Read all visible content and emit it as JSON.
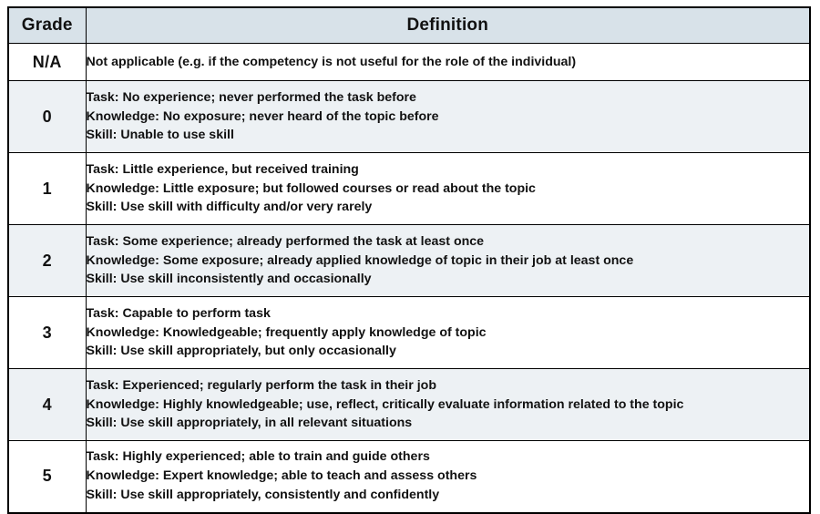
{
  "table": {
    "columns": [
      {
        "key": "grade",
        "header": "Grade"
      },
      {
        "key": "definition",
        "header": "Definition"
      }
    ],
    "colors": {
      "header_background": "#d8e2e9",
      "shaded_row_background": "#edf1f4",
      "plain_row_background": "#ffffff",
      "border": "#000000",
      "text": "#111111"
    },
    "rows": [
      {
        "grade": "N/A",
        "shaded": false,
        "lines": [
          "Not applicable (e.g. if the competency is not useful for the role of the individual)"
        ]
      },
      {
        "grade": "0",
        "shaded": true,
        "lines": [
          "Task: No experience; never performed the task before",
          "Knowledge: No exposure; never heard of the topic before",
          "Skill: Unable to use skill"
        ]
      },
      {
        "grade": "1",
        "shaded": false,
        "lines": [
          "Task: Little experience, but received training",
          "Knowledge: Little exposure; but followed courses or read about the topic",
          "Skill: Use skill with difficulty and/or very rarely"
        ]
      },
      {
        "grade": "2",
        "shaded": true,
        "lines": [
          "Task: Some experience; already performed the task at least once",
          "Knowledge: Some exposure; already applied knowledge of topic in their job at least once",
          "Skill: Use skill inconsistently and occasionally"
        ]
      },
      {
        "grade": "3",
        "shaded": false,
        "lines": [
          "Task: Capable to perform task",
          "Knowledge: Knowledgeable; frequently apply knowledge of topic",
          "Skill: Use skill appropriately, but only occasionally"
        ]
      },
      {
        "grade": "4",
        "shaded": true,
        "lines": [
          "Task: Experienced; regularly perform the task in their job",
          "Knowledge: Highly knowledgeable; use, reflect, critically evaluate information related to the topic",
          "Skill: Use skill appropriately, in all relevant situations"
        ]
      },
      {
        "grade": "5",
        "shaded": false,
        "lines": [
          "Task: Highly experienced; able to train and guide others",
          "Knowledge: Expert knowledge; able to teach and assess others",
          "Skill: Use skill appropriately, consistently and confidently"
        ]
      }
    ]
  }
}
